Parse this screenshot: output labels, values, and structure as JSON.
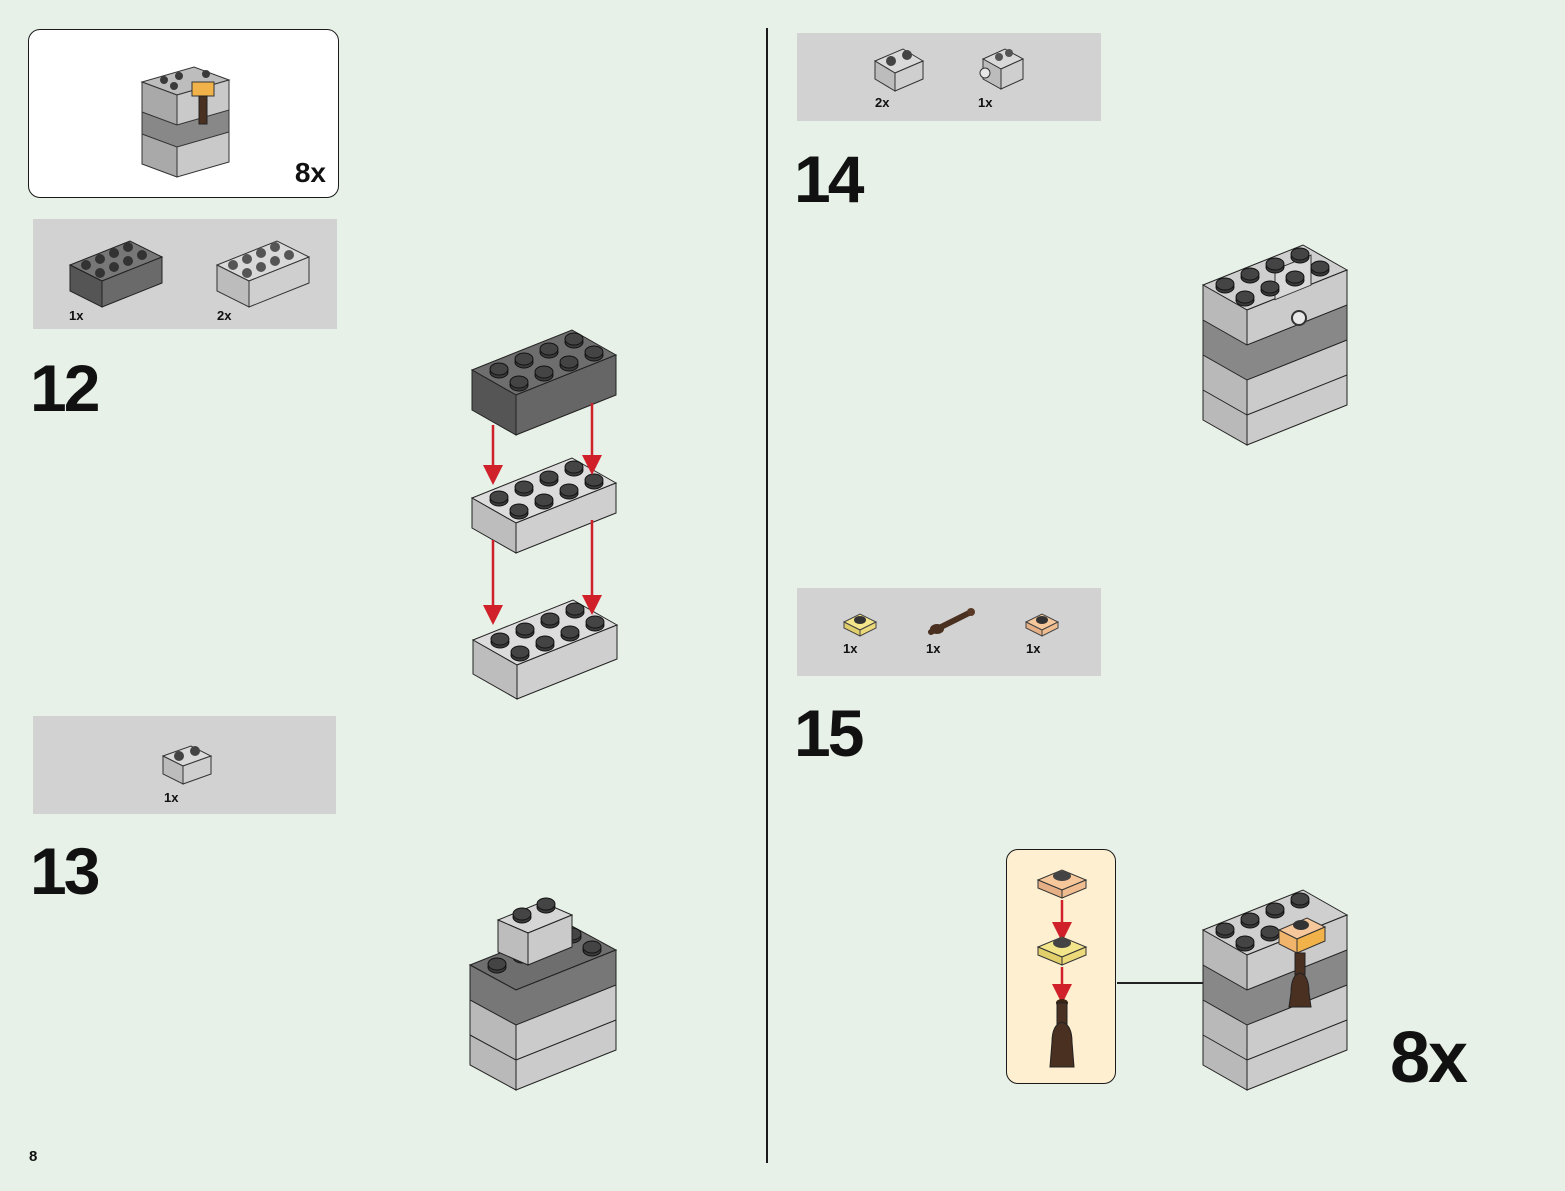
{
  "page": {
    "number": "8"
  },
  "callout": {
    "count": "8x"
  },
  "steps": [
    {
      "number": "12",
      "parts": [
        {
          "qty": "1x",
          "icon": "dark-gray-brick-2x4-icon"
        },
        {
          "qty": "2x",
          "icon": "light-gray-brick-2x4-icon"
        }
      ]
    },
    {
      "number": "13",
      "parts": [
        {
          "qty": "1x",
          "icon": "light-gray-brick-1x2-icon"
        }
      ]
    },
    {
      "number": "14",
      "parts": [
        {
          "qty": "2x",
          "icon": "light-gray-brick-1x2-icon"
        },
        {
          "qty": "1x",
          "icon": "brick-with-clip-icon"
        }
      ]
    },
    {
      "number": "15",
      "parts": [
        {
          "qty": "1x",
          "icon": "yellow-round-plate-icon"
        },
        {
          "qty": "1x",
          "icon": "brown-bar-icon"
        },
        {
          "qty": "1x",
          "icon": "orange-round-plate-icon"
        }
      ]
    }
  ],
  "final": {
    "multiplier": "8x"
  },
  "colors": {
    "background": "#e7f1e7",
    "parts_box": "#d2d2d2",
    "arrow": "#d0202a",
    "light_brick": "#c8c8c8",
    "dark_brick": "#6b6b6b",
    "stud": "#3a3a3a"
  }
}
